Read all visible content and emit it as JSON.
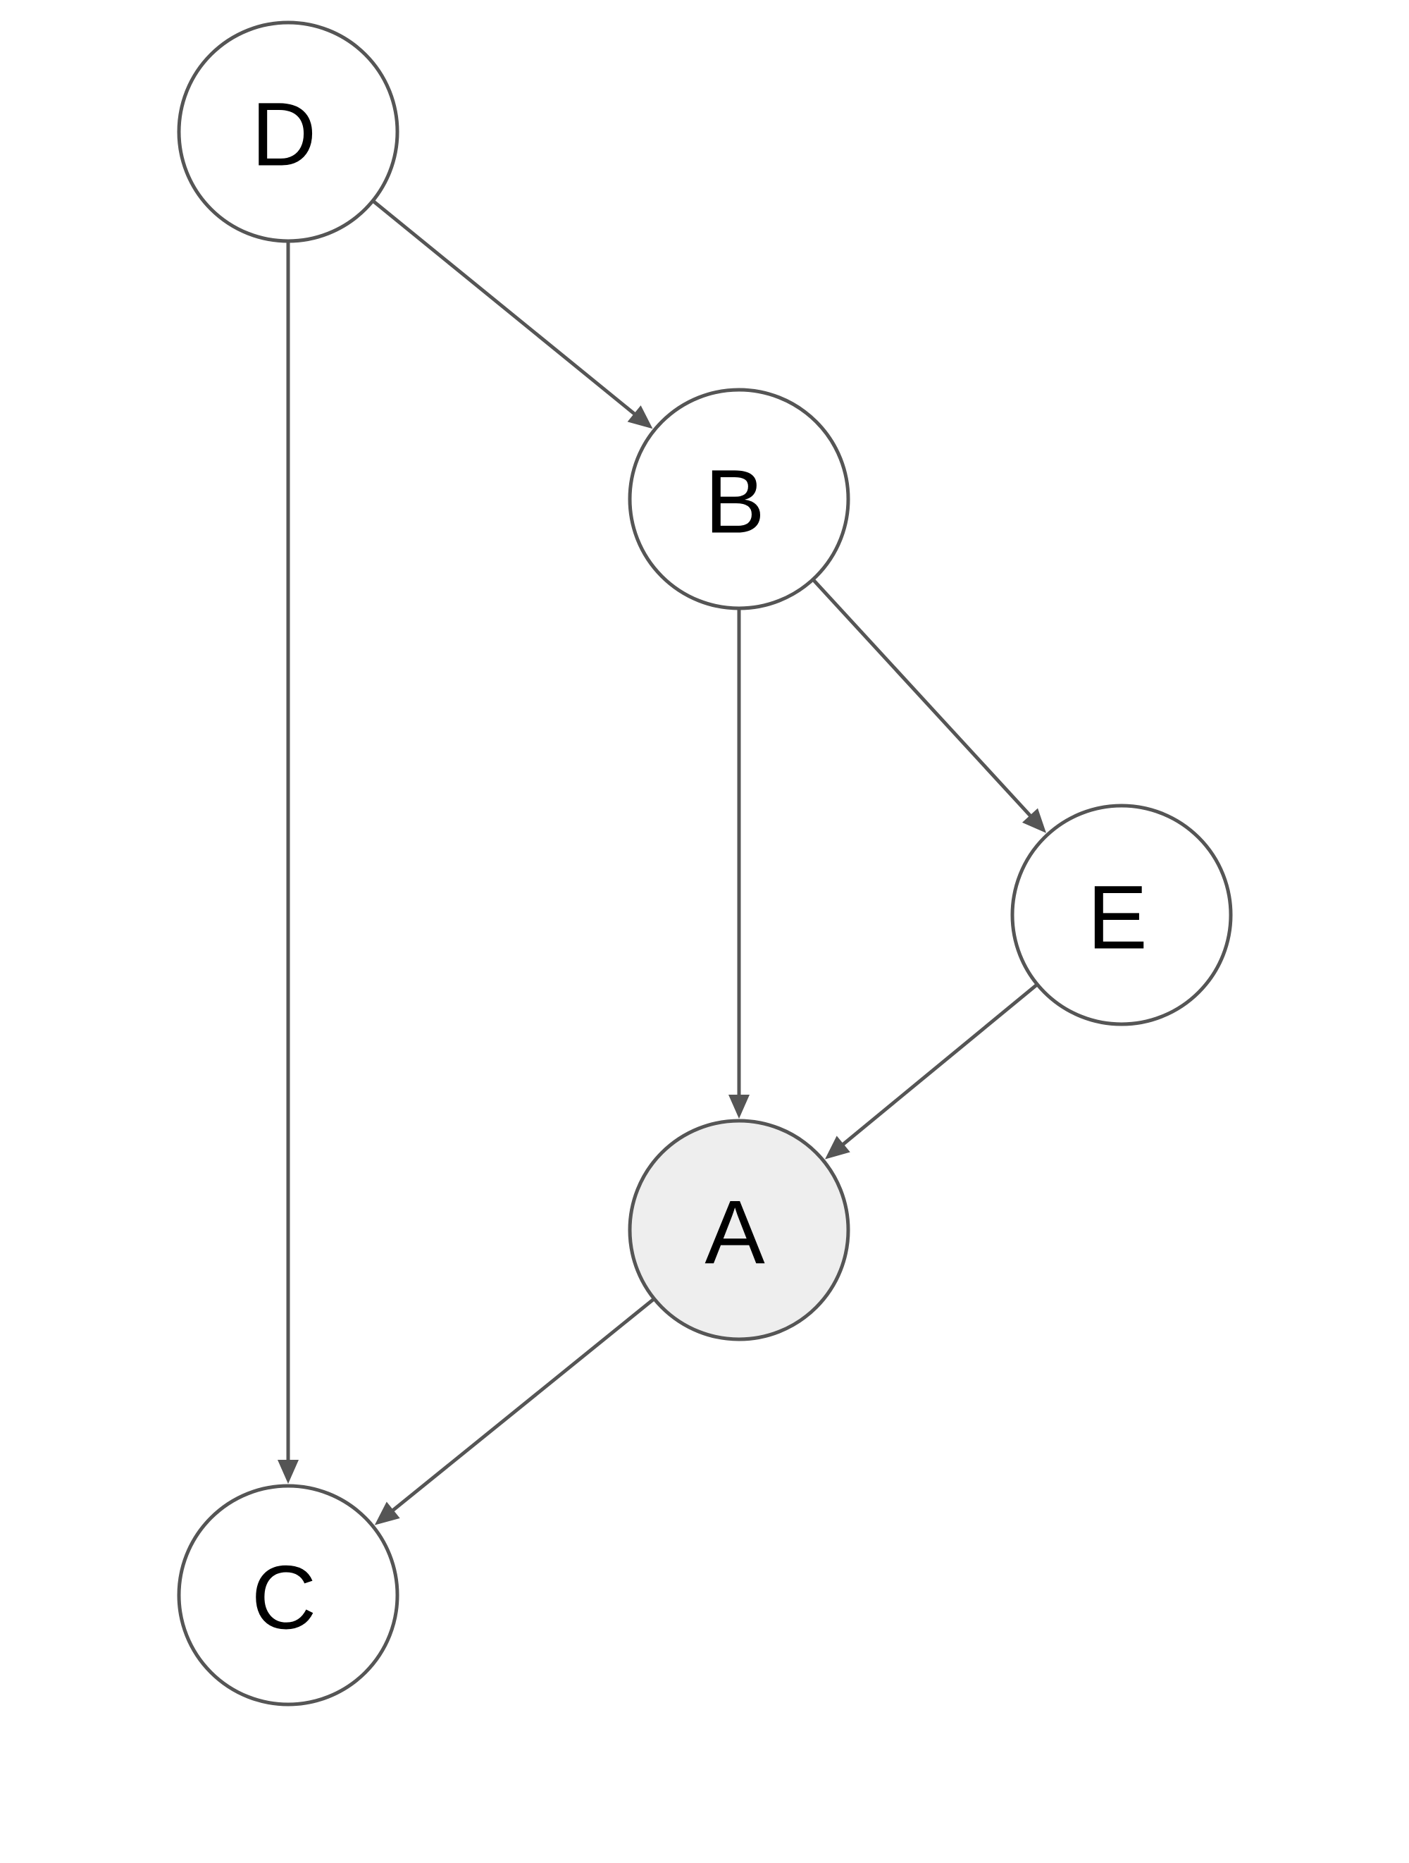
{
  "diagram": {
    "type": "directed-graph",
    "colors": {
      "stroke": "#555555",
      "node_fill": "#ffffff",
      "highlight_fill": "#eeeeee",
      "label": "#000000"
    },
    "nodes": [
      {
        "id": "D",
        "label": "D",
        "highlighted": false
      },
      {
        "id": "B",
        "label": "B",
        "highlighted": false
      },
      {
        "id": "E",
        "label": "E",
        "highlighted": false
      },
      {
        "id": "A",
        "label": "A",
        "highlighted": true
      },
      {
        "id": "C",
        "label": "C",
        "highlighted": false
      }
    ],
    "edges": [
      {
        "from": "D",
        "to": "B"
      },
      {
        "from": "D",
        "to": "C"
      },
      {
        "from": "B",
        "to": "A"
      },
      {
        "from": "B",
        "to": "E"
      },
      {
        "from": "E",
        "to": "A"
      },
      {
        "from": "A",
        "to": "C"
      }
    ]
  }
}
